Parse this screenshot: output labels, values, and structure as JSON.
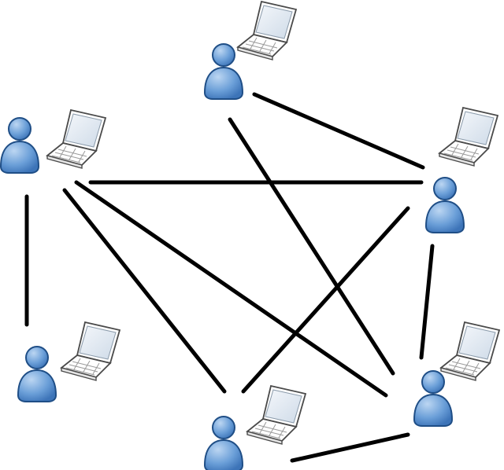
{
  "diagram": {
    "type": "peer-to-peer network",
    "nodes": [
      {
        "id": "node-top",
        "person_icon": "user-icon",
        "device_icon": "laptop-icon"
      },
      {
        "id": "node-left",
        "person_icon": "user-icon",
        "device_icon": "laptop-icon"
      },
      {
        "id": "node-right",
        "person_icon": "user-icon",
        "device_icon": "laptop-icon"
      },
      {
        "id": "node-bottom-left",
        "person_icon": "user-icon",
        "device_icon": "laptop-icon"
      },
      {
        "id": "node-bottom-right",
        "person_icon": "user-icon",
        "device_icon": "laptop-icon"
      },
      {
        "id": "node-bottom-center",
        "person_icon": "user-icon",
        "device_icon": "laptop-icon"
      }
    ],
    "connections": [
      [
        "node-top",
        "node-right"
      ],
      [
        "node-top",
        "node-bottom-right"
      ],
      [
        "node-left",
        "node-right"
      ],
      [
        "node-left",
        "node-bottom-left"
      ],
      [
        "node-left",
        "node-bottom-center"
      ],
      [
        "node-left",
        "node-bottom-right"
      ],
      [
        "node-right",
        "node-bottom-right"
      ],
      [
        "node-right",
        "node-bottom-center"
      ],
      [
        "node-bottom-center",
        "node-bottom-right"
      ]
    ],
    "colors": {
      "person_fill": "#6b9fd8",
      "person_stroke": "#1f4e86",
      "laptop_body": "#ffffff",
      "laptop_stroke": "#4a4a4a",
      "screen": "#e3ebf4",
      "line": "#000000"
    }
  }
}
